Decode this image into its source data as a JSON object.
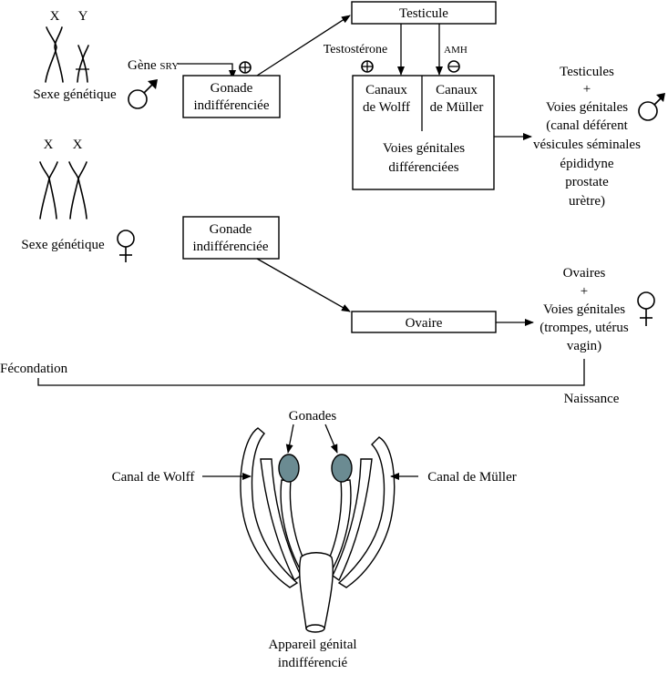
{
  "male": {
    "chromosome_x": "X",
    "chromosome_y": "Y",
    "gene_label": "Gène",
    "gene_name": "SRY",
    "genetic_sex": "Sexe génétique",
    "gonad_line1": "Gonade",
    "gonad_line2": "indifférenciée",
    "testis_box": "Testicule",
    "testosterone": "Testostérone",
    "amh": "AMH",
    "wolff_line1": "Canaux",
    "wolff_line2": "de Wolff",
    "muller_line1": "Canaux",
    "muller_line2": "de Müller",
    "ducts_line1": "Voies génitales",
    "ducts_line2": "différenciées",
    "result_lines": [
      "Testicules",
      "+",
      "Voies génitales",
      "(canal déférent",
      "vésicules séminales",
      "épididyne",
      "prostate",
      "urètre)"
    ]
  },
  "female": {
    "chromosome_x1": "X",
    "chromosome_x2": "X",
    "genetic_sex": "Sexe génétique",
    "gonad_line1": "Gonade",
    "gonad_line2": "indifférenciée",
    "ovary_box": "Ovaire",
    "result_lines": [
      "Ovaires",
      "+",
      "Voies génitales",
      "(trompes, utérus",
      "vagin)"
    ]
  },
  "timeline": {
    "start": "Fécondation",
    "end": "Naissance"
  },
  "anatomy": {
    "gonads": "Gonades",
    "wolff": "Canal de Wolff",
    "muller": "Canal de Müller",
    "caption_line1": "Appareil génital",
    "caption_line2": "indifférencié"
  },
  "colors": {
    "gonad_fill": "#6b8b92"
  }
}
